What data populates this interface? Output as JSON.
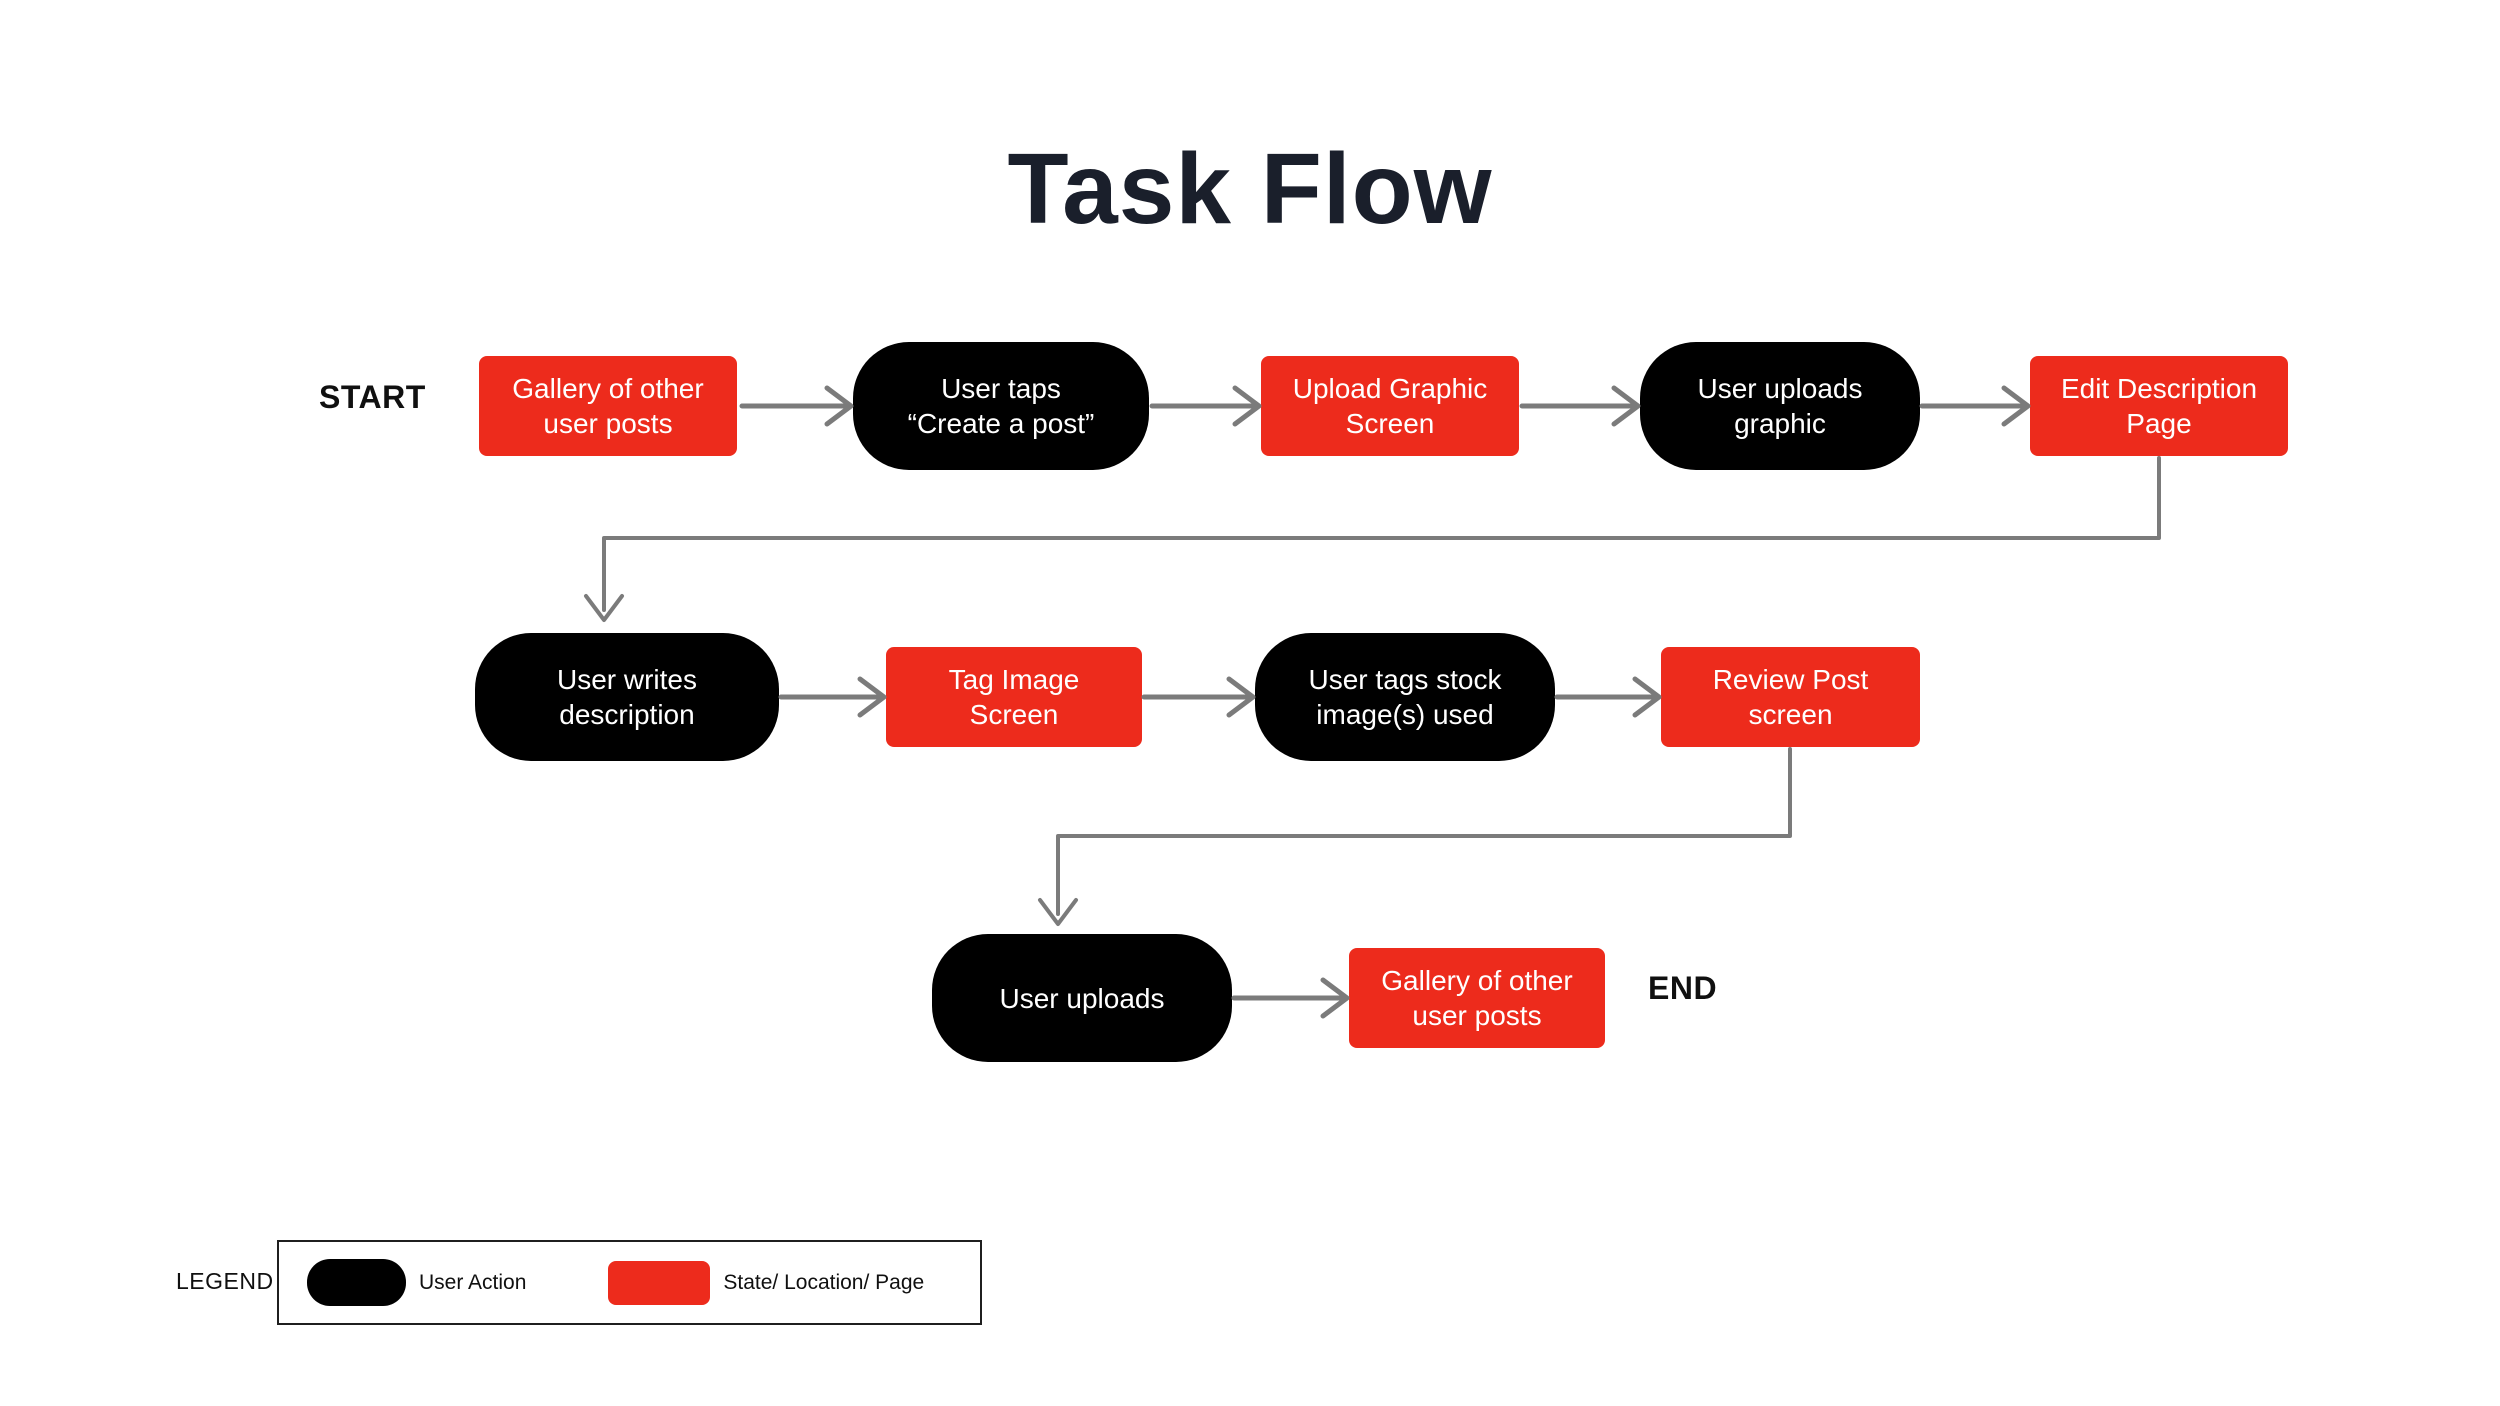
{
  "title": "Task Flow",
  "labels": {
    "start": "START",
    "end": "END"
  },
  "colors": {
    "action_fill": "#000000",
    "state_fill": "#ED2B1C",
    "arrow_gray": "#7B7B7B",
    "title_text": "#1A1F2B",
    "node_text": "#FFFFFF",
    "background": "#FFFFFF"
  },
  "nodes": [
    {
      "id": "gallery-of-user-posts-start",
      "type": "state",
      "label": "Gallery of other\nuser posts"
    },
    {
      "id": "user-taps-create-a-post",
      "type": "action",
      "label": "User taps\n“Create a post”"
    },
    {
      "id": "upload-graphic-screen",
      "type": "state",
      "label": "Upload Graphic\nScreen"
    },
    {
      "id": "user-uploads-graphic",
      "type": "action",
      "label": "User uploads\ngraphic"
    },
    {
      "id": "edit-description-page",
      "type": "state",
      "label": "Edit Description\nPage"
    },
    {
      "id": "user-writes-description",
      "type": "action",
      "label": "User writes\ndescription"
    },
    {
      "id": "tag-image-screen",
      "type": "state",
      "label": "Tag Image\nScreen"
    },
    {
      "id": "user-tags-stock-images",
      "type": "action",
      "label": "User tags stock\nimage(s) used"
    },
    {
      "id": "review-post-screen",
      "type": "state",
      "label": "Review Post\nscreen"
    },
    {
      "id": "user-uploads",
      "type": "action",
      "label": "User uploads"
    },
    {
      "id": "gallery-of-user-posts-end",
      "type": "state",
      "label": "Gallery of other\nuser posts"
    }
  ],
  "edges": [
    {
      "from": "gallery-of-user-posts-start",
      "to": "user-taps-create-a-post"
    },
    {
      "from": "user-taps-create-a-post",
      "to": "upload-graphic-screen"
    },
    {
      "from": "upload-graphic-screen",
      "to": "user-uploads-graphic"
    },
    {
      "from": "user-uploads-graphic",
      "to": "edit-description-page"
    },
    {
      "from": "edit-description-page",
      "to": "user-writes-description"
    },
    {
      "from": "user-writes-description",
      "to": "tag-image-screen"
    },
    {
      "from": "tag-image-screen",
      "to": "user-tags-stock-images"
    },
    {
      "from": "user-tags-stock-images",
      "to": "review-post-screen"
    },
    {
      "from": "review-post-screen",
      "to": "user-uploads"
    },
    {
      "from": "user-uploads",
      "to": "gallery-of-user-posts-end"
    }
  ],
  "legend": {
    "title": "LEGEND",
    "items": [
      {
        "swatch": "action",
        "label": "User Action"
      },
      {
        "swatch": "state",
        "label": "State/ Location/ Page"
      }
    ]
  }
}
